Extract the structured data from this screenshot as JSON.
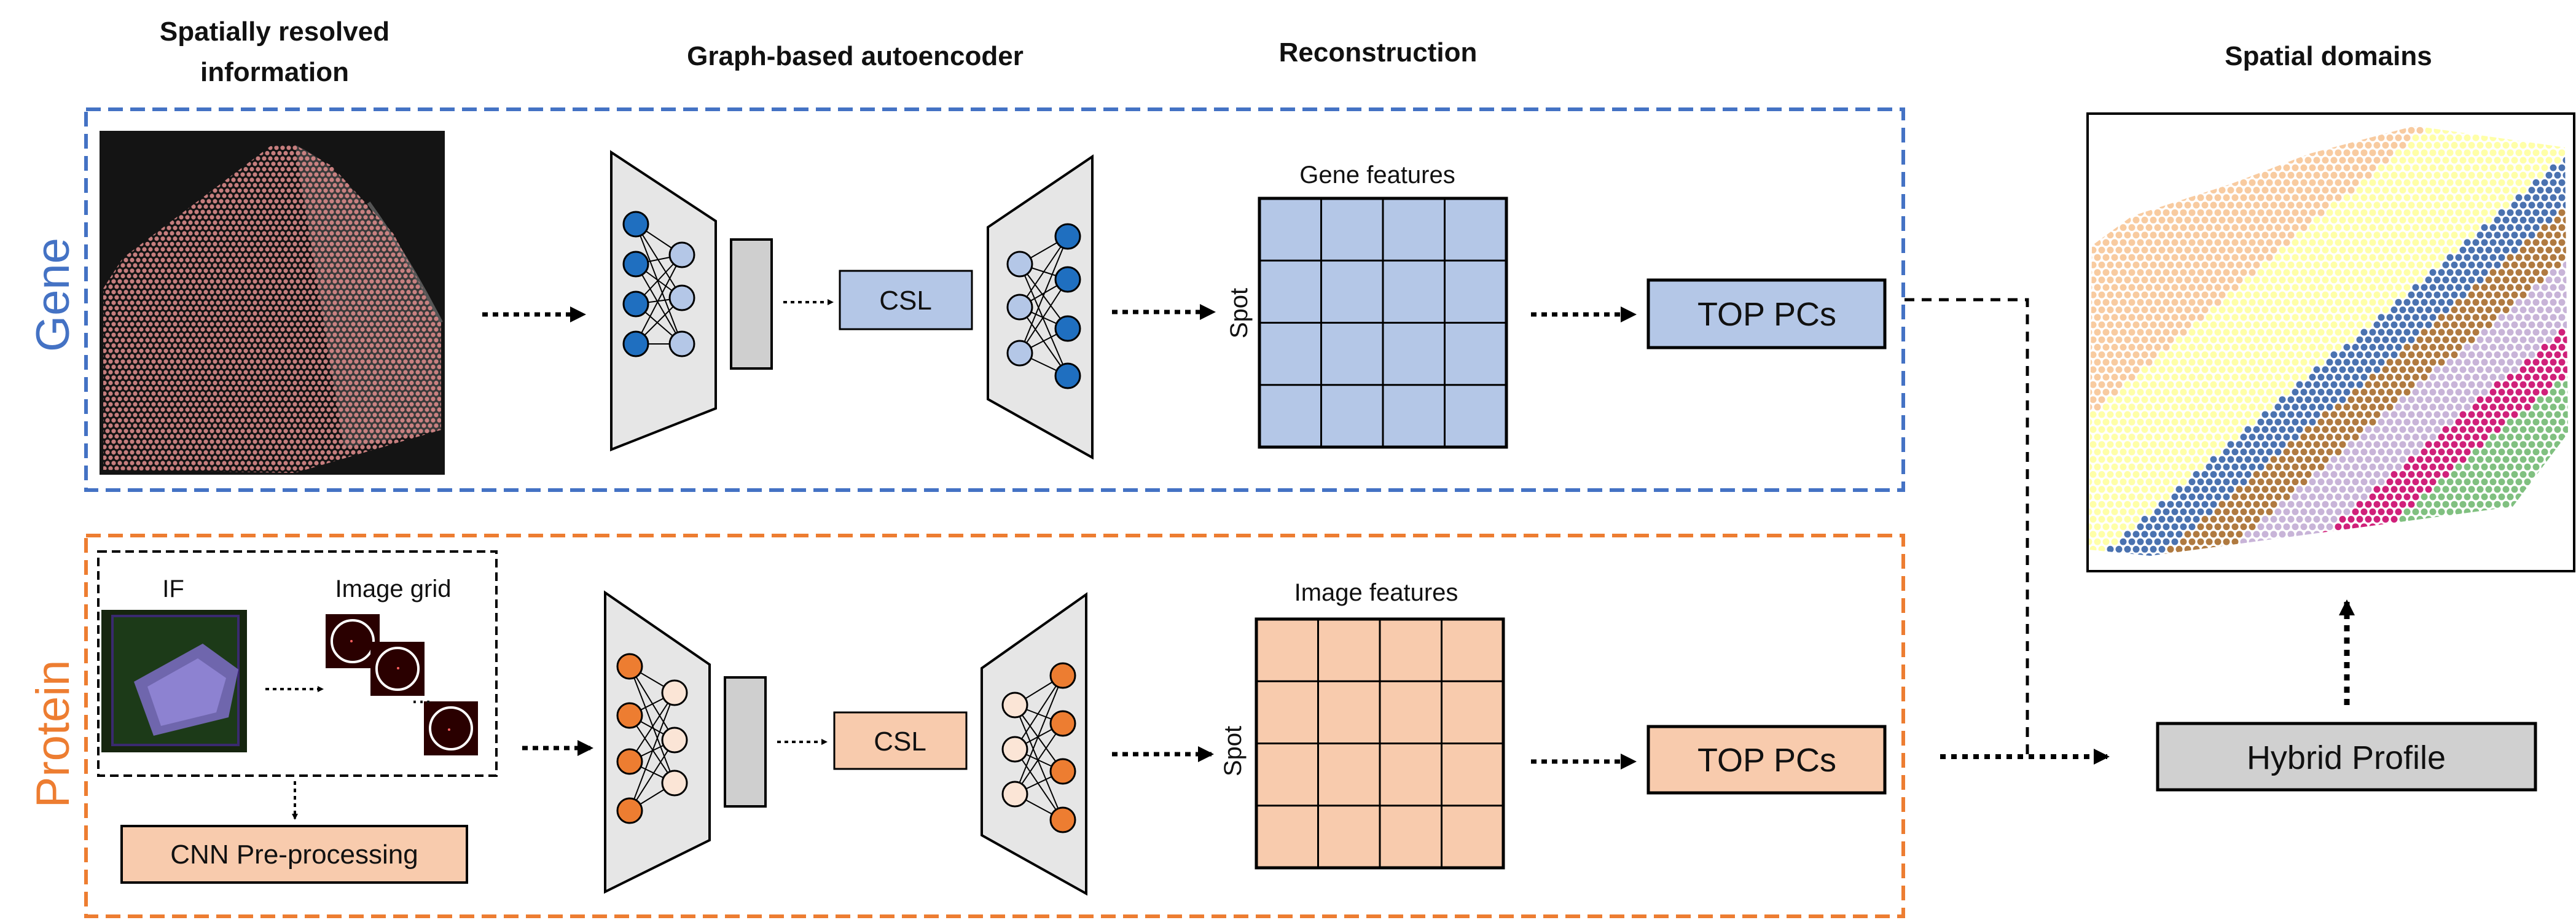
{
  "headers": {
    "spatial_line1": "Spatially resolved",
    "spatial_line2": "information",
    "autoencoder": "Graph-based autoencoder",
    "reconstruction": "Reconstruction",
    "domains": "Spatial domains"
  },
  "gene": {
    "side_label": "Gene",
    "csl": "CSL",
    "features_title": "Gene features",
    "spot_label": "Spot",
    "pcs": "TOP PCs",
    "colors": {
      "frame": "#4472c4",
      "node": "#1f6fc0",
      "node_light": "#b4c7e7",
      "fill": "#b4c7e7"
    }
  },
  "protein": {
    "side_label": "Protein",
    "if_label": "IF",
    "grid_label": "Image grid",
    "grid_dots": "...",
    "cnn": "CNN Pre-processing",
    "csl": "CSL",
    "features_title": "Image features",
    "spot_label": "Spot",
    "pcs": "TOP PCs",
    "colors": {
      "frame": "#ed7d31",
      "node": "#ed7d31",
      "node_light": "#fbe5d6",
      "fill": "#f8cbad"
    }
  },
  "hybrid": {
    "label": "Hybrid Profile",
    "color": "#d0d0d0"
  },
  "domain_colors": [
    "#f8cba0",
    "#ffffa8",
    "#4a72b0",
    "#b07a40",
    "#c8b4d8",
    "#d0207a",
    "#80c080"
  ]
}
